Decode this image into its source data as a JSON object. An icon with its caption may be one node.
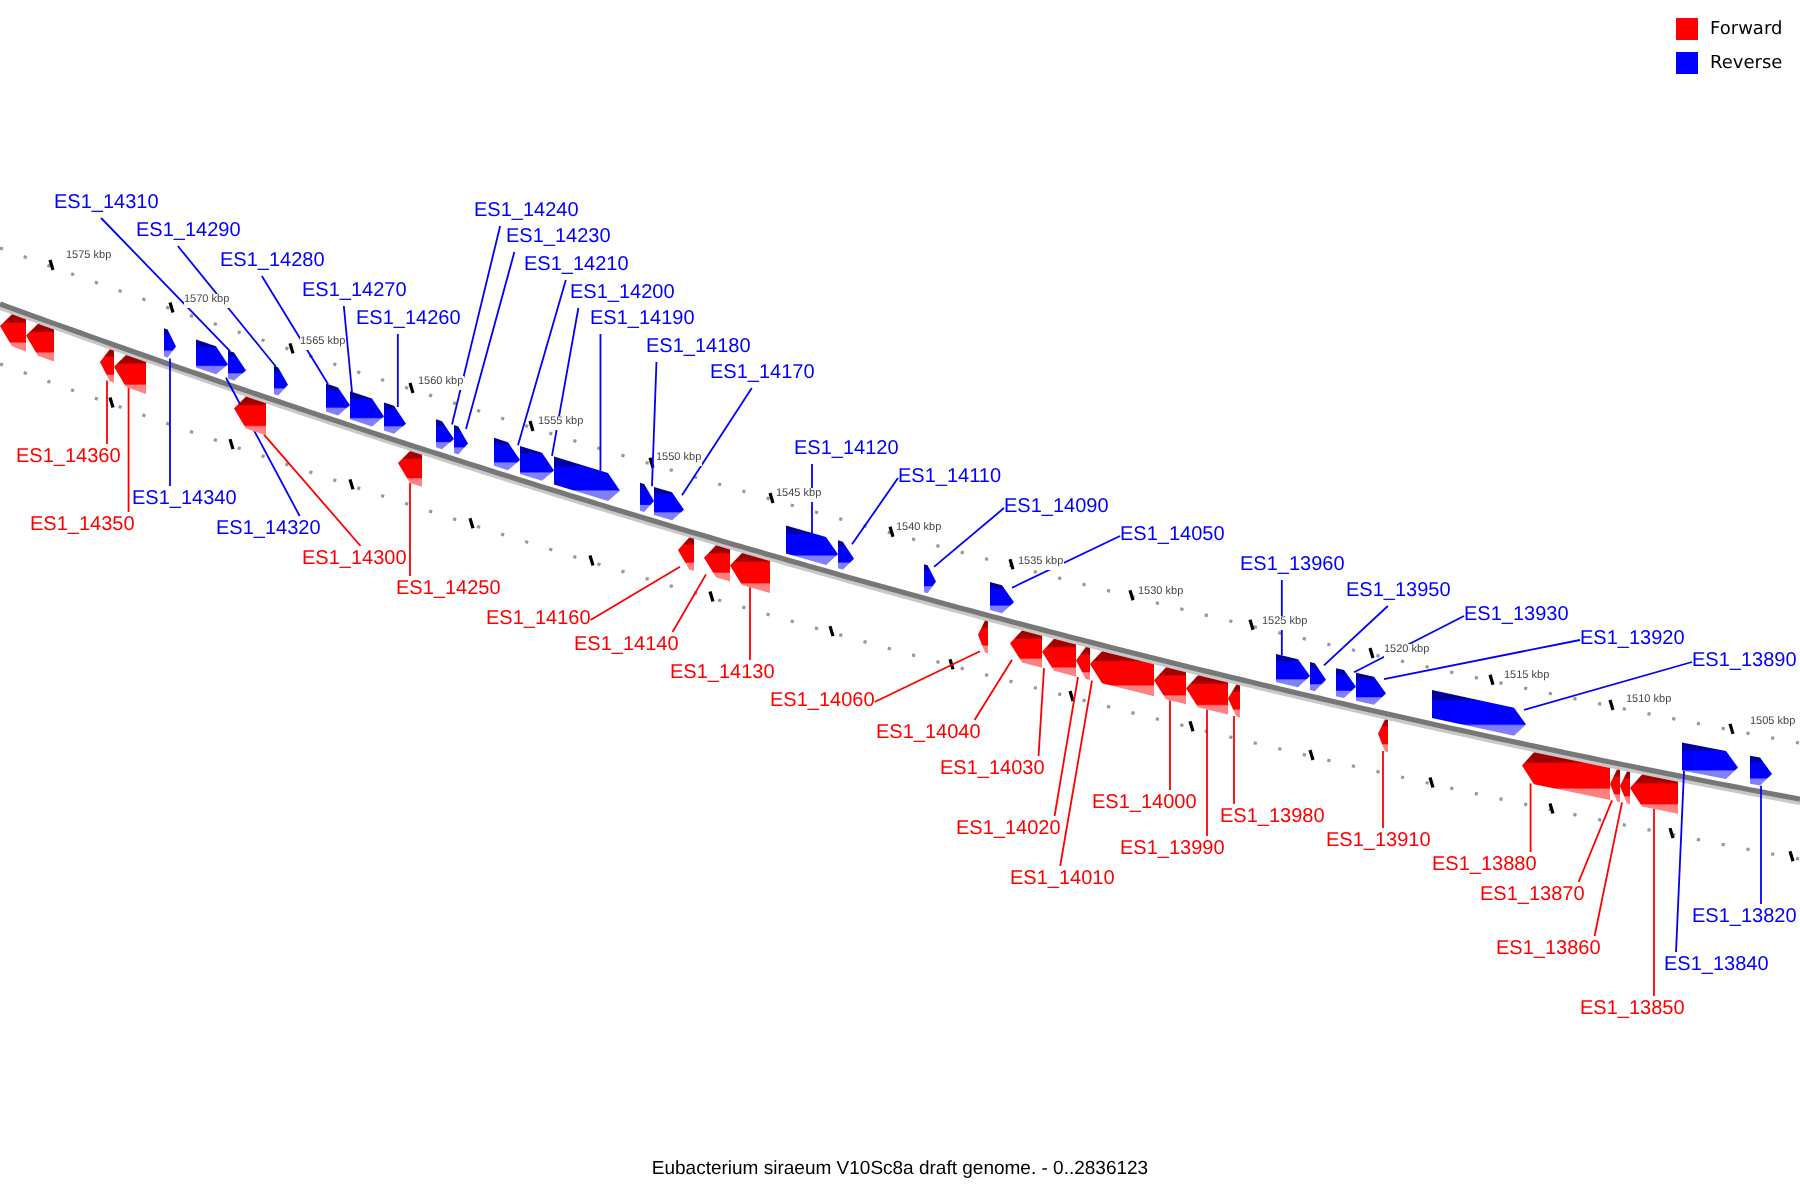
{
  "diagram": {
    "caption": "Eubacterium siraeum V10Sc8a draft genome. - 0..2836123",
    "nodes": [
      {
        "text": [
          "ES1_14310"
        ]
      },
      {
        "text": [
          "ES1_14290"
        ]
      },
      {
        "text": [
          "ES1_14280"
        ]
      },
      {
        "text": [
          "ES1_14270"
        ]
      },
      {
        "text": [
          "ES1_14260"
        ]
      },
      {
        "text": [
          "ES1_14240"
        ]
      },
      {
        "text": [
          "ES1_14230"
        ]
      },
      {
        "text": [
          "ES1_14210"
        ]
      },
      {
        "text": [
          "ES1_14200"
        ]
      },
      {
        "text": [
          "ES1_14190"
        ]
      },
      {
        "text": [
          "ES1_14180"
        ]
      },
      {
        "text": [
          "ES1_14170"
        ]
      },
      {
        "text": [
          "ES1_14120"
        ]
      },
      {
        "text": [
          "ES1_14110"
        ]
      },
      {
        "text": [
          "ES1_14090"
        ]
      },
      {
        "text": [
          "ES1_14050"
        ]
      },
      {
        "text": [
          "ES1_13960"
        ]
      },
      {
        "text": [
          "ES1_13950"
        ]
      },
      {
        "text": [
          "ES1_13930"
        ]
      },
      {
        "text": [
          "ES1_13920"
        ]
      },
      {
        "text": [
          "ES1_13890"
        ]
      },
      {
        "text": [
          "ES1_14360"
        ]
      },
      {
        "text": [
          "ES1_14350"
        ]
      },
      {
        "text": [
          "ES1_14340"
        ]
      },
      {
        "text": [
          "ES1_14320"
        ]
      },
      {
        "text": [
          "ES1_14300"
        ]
      },
      {
        "text": [
          "ES1_14250"
        ]
      },
      {
        "text": [
          "ES1_14160"
        ]
      },
      {
        "text": [
          "ES1_14140"
        ]
      },
      {
        "text": [
          "ES1_14130"
        ]
      },
      {
        "text": [
          "ES1_14060"
        ]
      },
      {
        "text": [
          "ES1_14040"
        ]
      },
      {
        "text": [
          "ES1_14030"
        ]
      },
      {
        "text": [
          "ES1_14020"
        ]
      },
      {
        "text": [
          "ES1_14010"
        ]
      },
      {
        "text": [
          "ES1_14000"
        ]
      },
      {
        "text": [
          "ES1_13990"
        ]
      },
      {
        "text": [
          "ES1_13980"
        ]
      },
      {
        "text": [
          "ES1_13910"
        ]
      },
      {
        "text": [
          "ES1_13880"
        ]
      },
      {
        "text": [
          "ES1_13870"
        ]
      },
      {
        "text": [
          "ES1_13850"
        ]
      },
      {
        "text": [
          "ES1_13860"
        ]
      },
      {
        "text": [
          "ES1_13840"
        ]
      },
      {
        "text": [
          "ES1_13820"
        ]
      },
      {
        "text": [],
        "shape": "box"
      },
      {
        "text": [],
        "shape": "box"
      },
      {
        "text": [],
        "shape": "box"
      },
      {
        "text": [],
        "shape": "box"
      },
      {
        "text": [],
        "shape": "box"
      },
      {
        "text": [],
        "shape": "box"
      },
      {
        "text": [],
        "shape": "box"
      },
      {
        "text": [],
        "shape": "box"
      },
      {
        "text": [],
        "shape": "box"
      },
      {
        "text": [],
        "shape": "box"
      },
      {
        "text": [],
        "shape": "box"
      },
      {
        "text": [],
        "shape": "box"
      },
      {
        "text": [],
        "shape": "box"
      },
      {
        "text": [],
        "shape": "box"
      },
      {
        "text": [],
        "shape": "box"
      },
      {
        "text": [],
        "shape": "box"
      },
      {
        "text": [],
        "shape": "box"
      },
      {
        "text": [],
        "shape": "box"
      },
      {
        "text": [],
        "shape": "box"
      },
      {
        "text": [],
        "shape": "box"
      },
      {
        "text": [],
        "shape": "box"
      },
      {
        "text": [],
        "shape": "box"
      },
      {
        "text": [],
        "shape": "box"
      },
      {
        "text": [],
        "shape": "box"
      },
      {
        "text": [],
        "shape": "box"
      },
      {
        "text": [],
        "shape": "box"
      },
      {
        "text": [],
        "shape": "box"
      },
      {
        "text": [],
        "shape": "box"
      },
      {
        "text": [],
        "shape": "box"
      },
      {
        "text": [],
        "shape": "box"
      },
      {
        "text": [],
        "shape": "box"
      },
      {
        "text": [],
        "shape": "box"
      },
      {
        "text": [],
        "shape": "box"
      },
      {
        "text": [],
        "shape": "box"
      },
      {
        "text": [],
        "shape": "box"
      },
      {
        "text": [],
        "shape": "box"
      },
      {
        "text": [],
        "shape": "box"
      },
      {
        "text": [],
        "shape": "box"
      },
      {
        "text": [],
        "shape": "box"
      },
      {
        "text": [],
        "shape": "box"
      },
      {
        "text": [],
        "shape": "box"
      },
      {
        "text": [],
        "shape": "box"
      },
      {
        "text": [],
        "shape": "box"
      },
      {
        "text": [],
        "shape": "box"
      },
      {
        "text": [],
        "shape": "box"
      },
      {
        "text": [],
        "shape": "box"
      },
      {
        "text": [],
        "shape": "box"
      }
    ],
    "edges": [
      {
        "from": 0,
        "to": 51,
        "arrow": "none"
      },
      {
        "from": 1,
        "to": 53,
        "arrow": "none"
      },
      {
        "from": 2,
        "to": 54,
        "arrow": "none"
      },
      {
        "from": 3,
        "to": 55,
        "arrow": "none"
      },
      {
        "from": 4,
        "to": 56,
        "arrow": "none"
      },
      {
        "from": 5,
        "to": 58,
        "arrow": "none"
      },
      {
        "from": 6,
        "to": 59,
        "arrow": "none"
      },
      {
        "from": 7,
        "to": 60,
        "arrow": "none"
      },
      {
        "from": 8,
        "to": 61,
        "arrow": "none"
      },
      {
        "from": 9,
        "to": 62,
        "arrow": "none"
      },
      {
        "from": 10,
        "to": 63,
        "arrow": "none"
      },
      {
        "from": 11,
        "to": 64,
        "arrow": "none"
      },
      {
        "from": 12,
        "to": 68,
        "arrow": "none"
      },
      {
        "from": 13,
        "to": 69,
        "arrow": "none"
      },
      {
        "from": 14,
        "to": 70,
        "arrow": "none"
      },
      {
        "from": 15,
        "to": 72,
        "arrow": "none"
      },
      {
        "from": 16,
        "to": 80,
        "arrow": "none"
      },
      {
        "from": 17,
        "to": 81,
        "arrow": "none"
      },
      {
        "from": 18,
        "to": 82,
        "arrow": "none"
      },
      {
        "from": 19,
        "to": 83,
        "arrow": "none"
      },
      {
        "from": 20,
        "to": 85,
        "arrow": "none"
      },
      {
        "from": 21,
        "to": 47,
        "arrow": "none",
        "color": "#ff0000"
      },
      {
        "from": 22,
        "to": 48,
        "arrow": "none",
        "color": "#ff0000"
      },
      {
        "from": 23,
        "to": 49,
        "arrow": "none"
      },
      {
        "from": 24,
        "to": 50,
        "arrow": "none"
      },
      {
        "from": 25,
        "to": 52,
        "arrow": "none",
        "color": "#ff0000"
      },
      {
        "from": 26,
        "to": 57,
        "arrow": "none",
        "color": "#ff0000"
      },
      {
        "from": 27,
        "to": 65,
        "arrow": "none",
        "color": "#ff0000"
      },
      {
        "from": 28,
        "to": 66,
        "arrow": "none",
        "color": "#ff0000"
      },
      {
        "from": 29,
        "to": 67,
        "arrow": "none",
        "color": "#ff0000"
      },
      {
        "from": 30,
        "to": 71,
        "arrow": "none",
        "color": "#ff0000"
      },
      {
        "from": 31,
        "to": 73,
        "arrow": "none",
        "color": "#ff0000"
      },
      {
        "from": 32,
        "to": 74,
        "arrow": "none",
        "color": "#ff0000"
      },
      {
        "from": 33,
        "to": 75,
        "arrow": "none",
        "color": "#ff0000"
      },
      {
        "from": 34,
        "to": 76,
        "arrow": "none",
        "color": "#ff0000"
      },
      {
        "from": 35,
        "to": 77,
        "arrow": "none",
        "color": "#ff0000"
      },
      {
        "from": 36,
        "to": 78,
        "arrow": "none",
        "color": "#ff0000"
      },
      {
        "from": 37,
        "to": 79,
        "arrow": "none",
        "color": "#ff0000"
      },
      {
        "from": 38,
        "to": 84,
        "arrow": "none",
        "color": "#ff0000"
      },
      {
        "from": 39,
        "to": 86,
        "arrow": "none",
        "color": "#ff0000"
      },
      {
        "from": 40,
        "to": 87,
        "arrow": "none",
        "color": "#ff0000"
      },
      {
        "from": 41,
        "to": 89,
        "arrow": "none",
        "color": "#ff0000"
      },
      {
        "from": 42,
        "to": 88,
        "arrow": "none",
        "color": "#ff0000"
      },
      {
        "from": 43,
        "to": 90,
        "arrow": "none"
      },
      {
        "from": 44,
        "to": 91,
        "arrow": "none"
      }
    ],
    "labels": [
      "1575 kbp",
      "1570 kbp",
      "1565 kbp",
      "1560 kbp",
      "1555 kbp",
      "1550 kbp",
      "1545 kbp",
      "1540 kbp",
      "1535 kbp",
      "1530 kbp",
      "1525 kbp",
      "1520 kbp",
      "1515 kbp",
      "1510 kbp",
      "1505 kbp"
    ],
    "legend": [
      {
        "text": "Forward",
        "color": "#ff0000"
      },
      {
        "text": "Reverse",
        "color": "#0000ff"
      }
    ]
  }
}
